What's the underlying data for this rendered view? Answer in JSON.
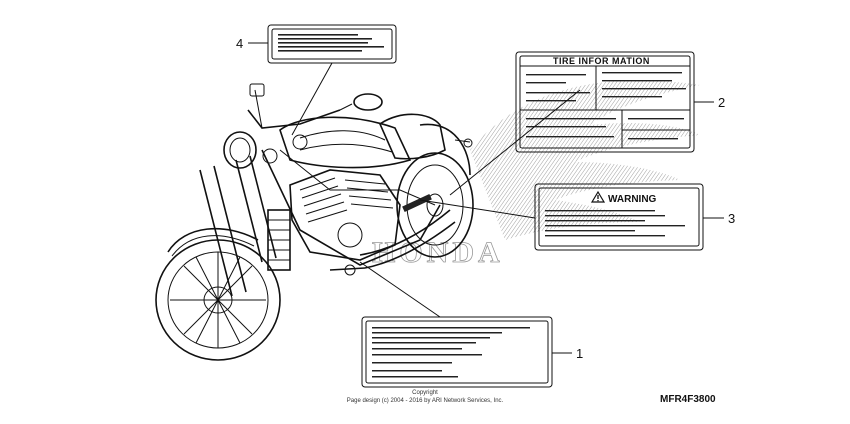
{
  "labels": [
    {
      "callout": "1"
    },
    {
      "callout": "2",
      "title": "TIRE INFOR MATION"
    },
    {
      "callout": "3",
      "title": "WARNING"
    },
    {
      "callout": "4"
    }
  ],
  "watermark": "HONDA",
  "copyright_line1": "Copyright",
  "copyright_line2": "Page design (c) 2004 - 2016 by ARI Network Services, Inc.",
  "diagram_code": "MFR4F3800",
  "colors": {
    "ink": "#111111",
    "watermark": "#999999",
    "background": "#ffffff"
  },
  "icons": [
    "warning-triangle-icon",
    "honda-wing-logo"
  ]
}
